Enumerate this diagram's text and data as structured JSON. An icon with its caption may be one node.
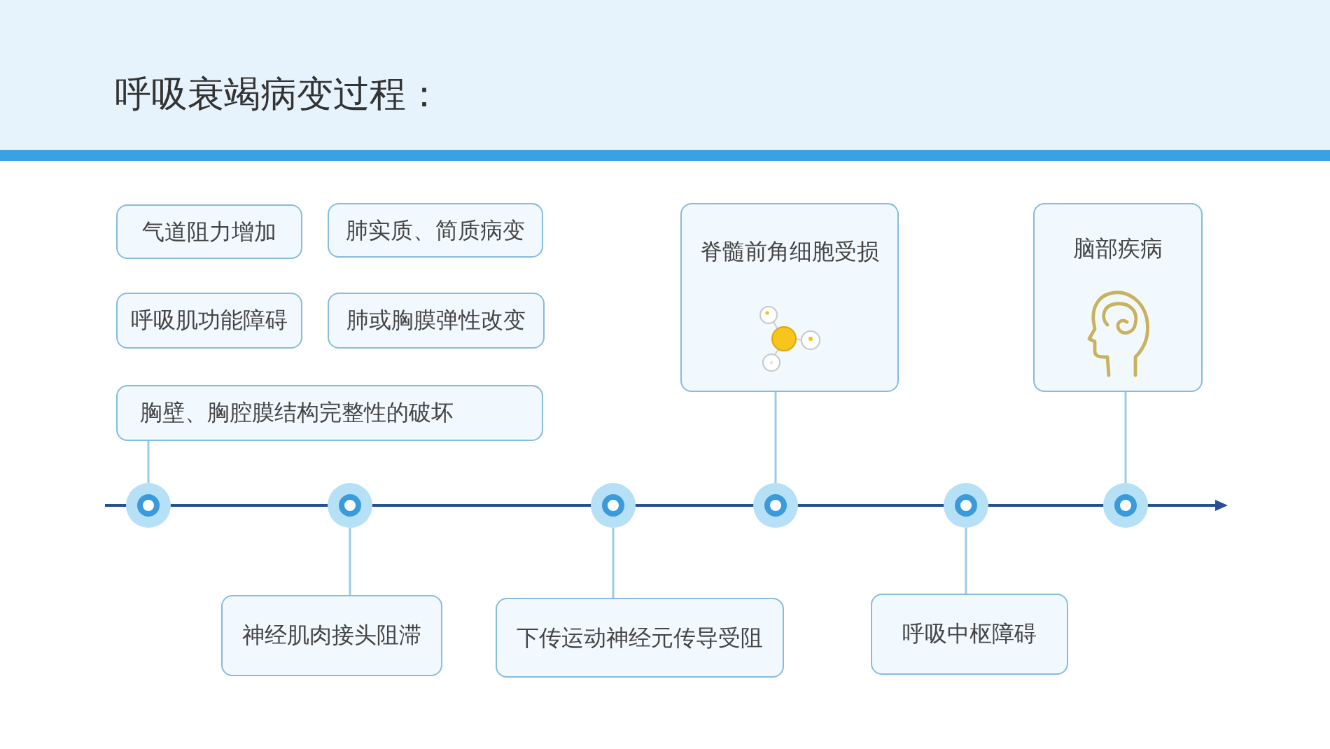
{
  "diagram": {
    "title": "呼吸衰竭病变过程：",
    "nodes": [
      {
        "text": [
          "气道阻力增加"
        ]
      },
      {
        "text": [
          "肺实质、简质病变"
        ]
      },
      {
        "text": [
          "呼吸肌功能障碍"
        ]
      },
      {
        "text": [
          "肺或胸膜弹性改变"
        ]
      },
      {
        "text": [
          "胸壁、胸腔膜结构完整性的破坏"
        ]
      },
      {
        "text": [
          "脊髓前角细胞受损"
        ]
      },
      {
        "text": [
          "脑部疾病"
        ]
      },
      {
        "text": [],
        "shape": "circle"
      },
      {
        "text": [],
        "shape": "circle"
      },
      {
        "text": [],
        "shape": "circle"
      },
      {
        "text": [],
        "shape": "circle"
      },
      {
        "text": [],
        "shape": "circle"
      },
      {
        "text": [],
        "shape": "circle"
      },
      {
        "text": [
          "神经肌肉接头阻滞"
        ]
      },
      {
        "text": [
          "下传运动神经元传导受阻"
        ]
      },
      {
        "text": [
          "呼吸中枢障碍"
        ]
      }
    ],
    "edges": [
      {
        "from": 4,
        "to": 7,
        "arrow": "none"
      },
      {
        "from": 8,
        "to": 13,
        "arrow": "none"
      },
      {
        "from": 9,
        "to": 14,
        "arrow": "none"
      },
      {
        "from": 5,
        "to": 10,
        "arrow": "none"
      },
      {
        "from": 11,
        "to": 15,
        "arrow": "none"
      },
      {
        "from": 6,
        "to": 12,
        "arrow": "none"
      }
    ]
  }
}
